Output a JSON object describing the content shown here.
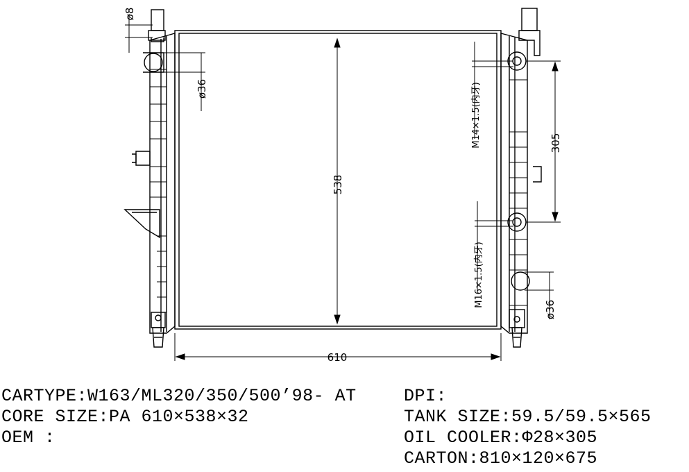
{
  "dimensions": {
    "width": "610",
    "height": "538",
    "pitch": "305",
    "inlet_dia": "ø36",
    "outlet_dia": "ø36",
    "cap_dia": "ø8",
    "thread_upper": "M14×1.5(内牙)",
    "thread_lower": "M16×1.5(内牙)"
  },
  "specs": {
    "cartype": "CARTYPE:W163/ML320/350/500’98- AT",
    "core_size": "CORE SIZE:PA 610×538×32",
    "oem": "OEM :",
    "dpi": "DPI:",
    "tank_size": "TANK SIZE:59.5/59.5×565",
    "oil_cooler": "OIL COOLER:Φ28×305",
    "carton": "CARTON:810×120×675"
  }
}
